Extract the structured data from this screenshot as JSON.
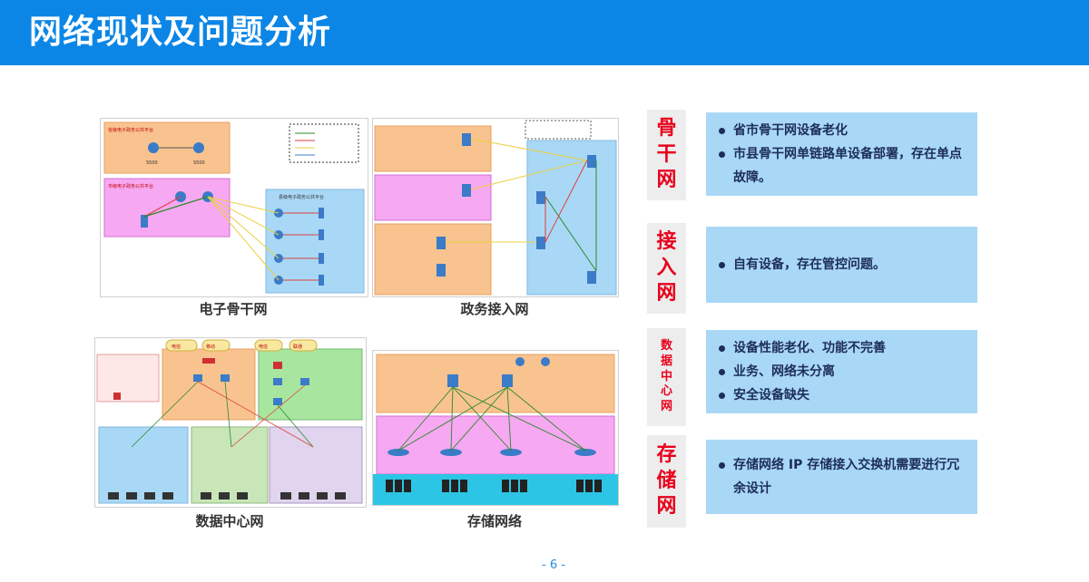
{
  "header": {
    "title": "网络现状及问题分析"
  },
  "diagrams": [
    {
      "caption": "电子骨干网"
    },
    {
      "caption": "政务接入网"
    },
    {
      "caption": "数据中心网",
      "tags": [
        "电信",
        "移动",
        "电信",
        "联通"
      ]
    },
    {
      "caption": "存储网络"
    }
  ],
  "sections": [
    {
      "label_chars": [
        "骨",
        "干",
        "网"
      ],
      "bullets": [
        "省市骨干网设备老化",
        "市县骨干网单链路单设备部署，存在单点故障。"
      ]
    },
    {
      "label_chars": [
        "接",
        "入",
        "网"
      ],
      "bullets": [
        "自有设备，存在管控问题。"
      ]
    },
    {
      "label_chars": [
        "数",
        "据",
        "中",
        "心",
        "网"
      ],
      "bullets": [
        "设备性能老化、功能不完善",
        "业务、网络未分离",
        "安全设备缺失"
      ]
    },
    {
      "label_chars": [
        "存",
        "储",
        "网"
      ],
      "bullets": [
        "存储网络 IP 存储接入交换机需要进行冗余设计"
      ]
    }
  ],
  "footer": {
    "page": "- 6 -"
  },
  "colors": {
    "header": "#0b86e6",
    "label_text": "#e8001c",
    "box_bg": "#a9d8f6",
    "bullet_text": "#1d2d5a"
  }
}
